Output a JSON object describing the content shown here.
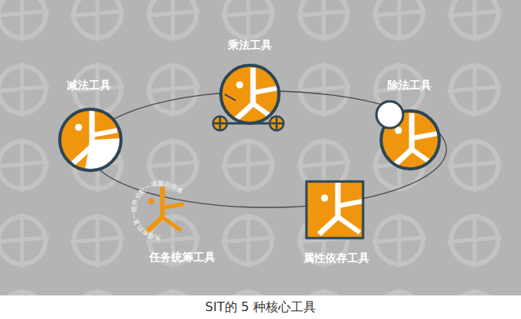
{
  "diagram": {
    "caption": "SIT的 5 种核心工具",
    "nodes": [
      {
        "text": [
          "乘法工具"
        ]
      },
      {
        "text": [
          "减法工具"
        ]
      },
      {
        "text": [
          "除法工具"
        ]
      },
      {
        "text": [
          "任务统筹工具"
        ]
      },
      {
        "text": [
          "属性依存工具"
        ]
      }
    ],
    "labels": [
      "为现有的某一组件分配一项新的任务"
    ]
  }
}
